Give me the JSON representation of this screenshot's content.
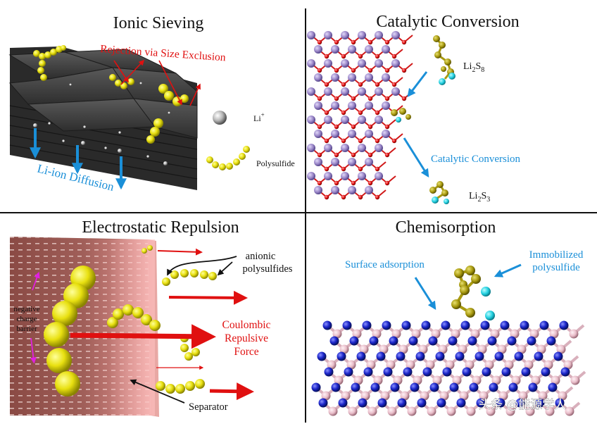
{
  "panels": {
    "ionic": {
      "title": "Ionic Sieving",
      "rejection": "Rejection via Size Exclusion",
      "diffusion": "Li-ion Diffusion",
      "li_legend": "Li",
      "li_sup": "+",
      "polysulfide_legend": "Polysulfide"
    },
    "catalytic": {
      "title": "Catalytic Conversion",
      "li2s8_a": "Li",
      "li2s8_b": "2",
      "li2s8_c": "S",
      "li2s8_d": "8",
      "conversion": "Catalytic Conversion",
      "li2s3_a": "Li",
      "li2s3_b": "2",
      "li2s3_c": "S",
      "li2s3_d": "3"
    },
    "electro": {
      "title": "Electrostatic Repulsion",
      "anionic_1": "anionic",
      "anionic_2": "polysulfides",
      "coulombic_1": "Coulombic",
      "coulombic_2": "Repulsive",
      "coulombic_3": "Force",
      "barrier_1": "negative",
      "barrier_2": "charge",
      "barrier_3": "barrier",
      "separator": "Separator"
    },
    "chemi": {
      "title": "Chemisorption",
      "surface": "Surface adsorption",
      "immob_1": "Immobilized",
      "immob_2": "polysulfide"
    }
  },
  "watermark": "头条 @能源学人",
  "colors": {
    "red": "#e01010",
    "blue": "#1a8fd8",
    "sulfur": "#e8e010",
    "lithium": "#22d0e0",
    "atom_purple": "#9a86c8",
    "atom_pink": "#e8bcc8",
    "atom_navy": "#1a24c8"
  }
}
